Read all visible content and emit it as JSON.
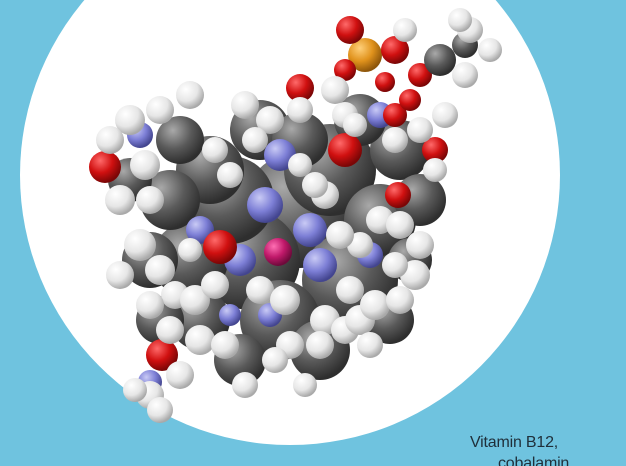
{
  "image": {
    "background_color": "#6fc3df",
    "disc_color": "#ffffff",
    "subject": "ball-and-stick molecule rendering",
    "atom_colors": {
      "carbon": "#5a5a5a",
      "hydrogen": "#e8e8e8",
      "oxygen": "#d01010",
      "nitrogen": "#7d7fd6",
      "phosphorus": "#e0921c",
      "cobalt": "#c0196a"
    }
  },
  "caption": {
    "line1": "Vitamin B12,",
    "line2": "cobalamin"
  }
}
